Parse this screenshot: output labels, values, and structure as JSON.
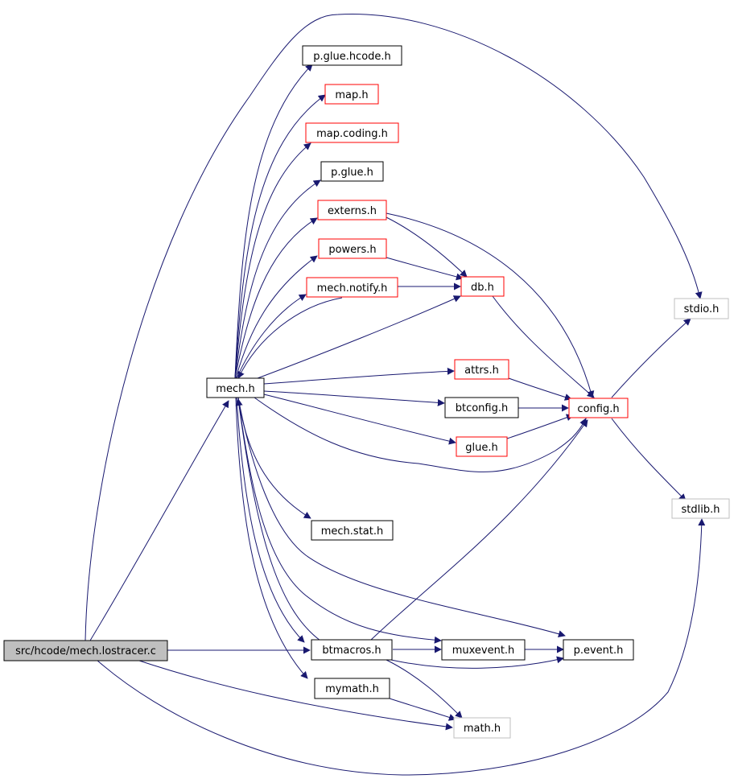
{
  "graph": {
    "nodes": {
      "src": "src/hcode/mech.lostracer.c",
      "mech": "mech.h",
      "pgluehcode": "p.glue.hcode.h",
      "map": "map.h",
      "mapcoding": "map.coding.h",
      "pglue": "p.glue.h",
      "externs": "externs.h",
      "powers": "powers.h",
      "mechnotify": "mech.notify.h",
      "db": "db.h",
      "attrs": "attrs.h",
      "btconfig": "btconfig.h",
      "glue": "glue.h",
      "config": "config.h",
      "stdio": "stdio.h",
      "stdlib": "stdlib.h",
      "mechstat": "mech.stat.h",
      "btmacros": "btmacros.h",
      "muxevent": "muxevent.h",
      "pevent": "p.event.h",
      "mymath": "mymath.h",
      "math": "math.h"
    },
    "colors": {
      "edge": "#191970",
      "border_documented": "#000000",
      "border_truncated": "#ff0000",
      "border_external": "#bfbfbf",
      "root_fill": "#bfbfbf"
    }
  }
}
